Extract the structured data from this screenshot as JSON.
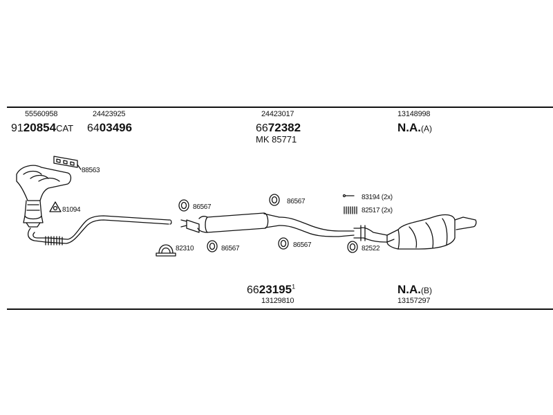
{
  "header": {
    "oe_1": "55560958",
    "oe_2": "24423925",
    "oe_3": "24423017",
    "oe_4": "13148998",
    "part_1_prefix": "91",
    "part_1_bold": "20854",
    "part_1_suffix": "CAT",
    "part_2_prefix": "64",
    "part_2_bold": "03496",
    "part_3_prefix": "66",
    "part_3_bold": "72382",
    "part_3_sub": "MK 85771",
    "part_4_bold": "N.A.",
    "part_4_suffix": "(A)"
  },
  "footer": {
    "part_5_prefix": "66",
    "part_5_bold": "23195",
    "part_5_suffix": "1",
    "oe_5": "13129810",
    "part_6_bold": "N.A.",
    "part_6_suffix": "(B)",
    "oe_6": "13157297"
  },
  "callouts": {
    "gasket_top": "88563",
    "gasket_cat": "81094",
    "ring_1": "86567",
    "ring_2": "86567",
    "ring_3": "86567",
    "ring_4": "86567",
    "clamp": "82310",
    "bolt": "83194 (2x)",
    "spring": "82517 (2x)",
    "ring_rear": "82522"
  }
}
